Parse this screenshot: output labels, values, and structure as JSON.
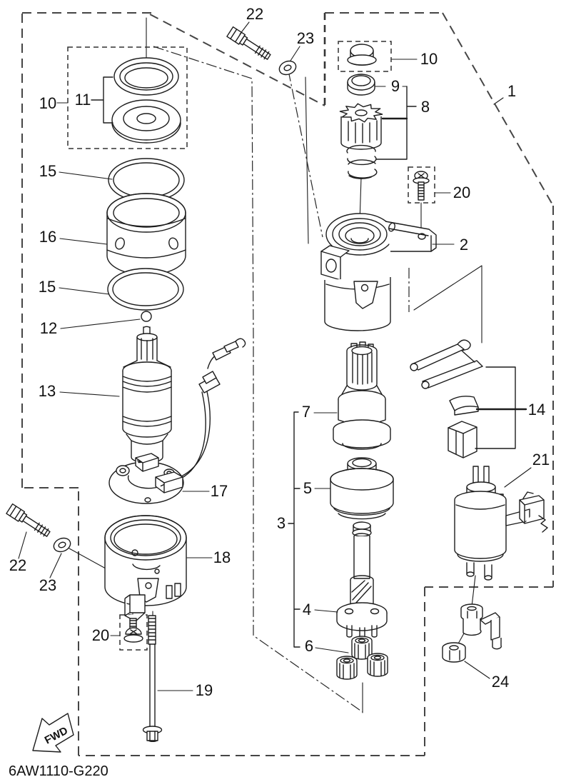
{
  "diagram": {
    "drawing_code": "6AW1110-G220",
    "fwd_arrow_label": "FWD",
    "colors": {
      "line": "#1c1c1c",
      "boundary": "#454545",
      "background": "#ffffff"
    },
    "callouts": [
      {
        "id": "ref-22-top",
        "label": "22"
      },
      {
        "id": "ref-23-top",
        "label": "23"
      },
      {
        "id": "ref-10-right",
        "label": "10"
      },
      {
        "id": "ref-9",
        "label": "9"
      },
      {
        "id": "ref-8",
        "label": "8"
      },
      {
        "id": "ref-1",
        "label": "1"
      },
      {
        "id": "ref-20-right",
        "label": "20"
      },
      {
        "id": "ref-2",
        "label": "2"
      },
      {
        "id": "ref-10-left",
        "label": "10"
      },
      {
        "id": "ref-11",
        "label": "11"
      },
      {
        "id": "ref-15-upper",
        "label": "15"
      },
      {
        "id": "ref-16",
        "label": "16"
      },
      {
        "id": "ref-15-lower",
        "label": "15"
      },
      {
        "id": "ref-12",
        "label": "12"
      },
      {
        "id": "ref-13",
        "label": "13"
      },
      {
        "id": "ref-17",
        "label": "17"
      },
      {
        "id": "ref-22-bottom",
        "label": "22"
      },
      {
        "id": "ref-23-bottom",
        "label": "23"
      },
      {
        "id": "ref-18",
        "label": "18"
      },
      {
        "id": "ref-20-left",
        "label": "20"
      },
      {
        "id": "ref-19",
        "label": "19"
      },
      {
        "id": "ref-7",
        "label": "7"
      },
      {
        "id": "ref-5",
        "label": "5"
      },
      {
        "id": "ref-3",
        "label": "3"
      },
      {
        "id": "ref-4",
        "label": "4"
      },
      {
        "id": "ref-6",
        "label": "6"
      },
      {
        "id": "ref-14",
        "label": "14"
      },
      {
        "id": "ref-21",
        "label": "21"
      },
      {
        "id": "ref-24",
        "label": "24"
      }
    ]
  }
}
